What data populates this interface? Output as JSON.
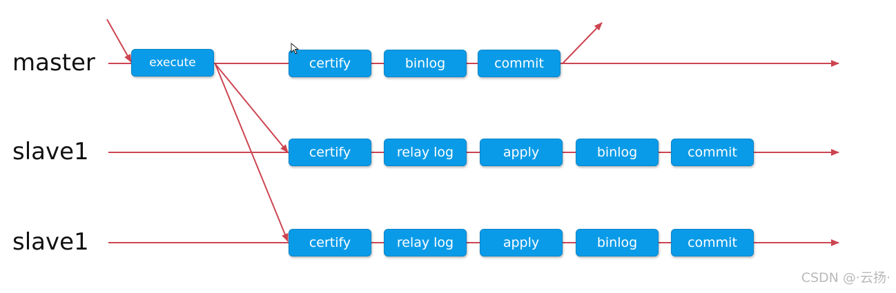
{
  "rows": {
    "master": {
      "label": "master"
    },
    "slave_a": {
      "label": "slave1"
    },
    "slave_b": {
      "label": "slave1"
    }
  },
  "steps": {
    "master": [
      "execute",
      "certify",
      "binlog",
      "commit"
    ],
    "slave_a": [
      "certify",
      "relay log",
      "apply",
      "binlog",
      "commit"
    ],
    "slave_b": [
      "certify",
      "relay log",
      "apply",
      "binlog",
      "commit"
    ]
  },
  "watermark": "CSDN @·云扬·",
  "colors": {
    "box_fill": "#0a9be8",
    "box_border": "#0784c9",
    "arrow": "#cc4450",
    "box_text": "#ffffff"
  }
}
